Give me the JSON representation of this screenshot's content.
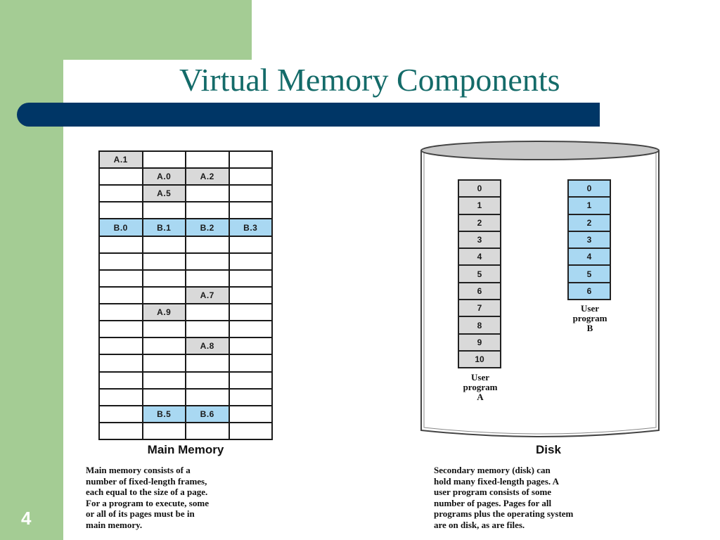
{
  "slide": {
    "title": "Virtual Memory Components",
    "number": "4"
  },
  "main_memory": {
    "label": "Main Memory",
    "rows": [
      [
        "A.1",
        "",
        "",
        ""
      ],
      [
        "",
        "A.0",
        "A.2",
        ""
      ],
      [
        "",
        "A.5",
        "",
        ""
      ],
      [
        "",
        "",
        "",
        ""
      ],
      [
        "B.0",
        "B.1",
        "B.2",
        "B.3"
      ],
      [
        "",
        "",
        "",
        ""
      ],
      [
        "",
        "",
        "",
        ""
      ],
      [
        "",
        "",
        "",
        ""
      ],
      [
        "",
        "",
        "A.7",
        ""
      ],
      [
        "",
        "A.9",
        "",
        ""
      ],
      [
        "",
        "",
        "",
        ""
      ],
      [
        "",
        "",
        "A.8",
        ""
      ],
      [
        "",
        "",
        "",
        ""
      ],
      [
        "",
        "",
        "",
        ""
      ],
      [
        "",
        "",
        "",
        ""
      ],
      [
        "",
        "B.5",
        "B.6",
        ""
      ],
      [
        "",
        "",
        "",
        ""
      ]
    ],
    "description": "Main memory consists of a\nnumber of fixed-length frames,\neach equal to the size of a page.\nFor a program to execute, some\nor all of its pages must be in\nmain memory."
  },
  "disk": {
    "label": "Disk",
    "program_a": {
      "label": "User\nprogram\nA",
      "pages": [
        "0",
        "1",
        "2",
        "3",
        "4",
        "5",
        "6",
        "7",
        "8",
        "9",
        "10"
      ]
    },
    "program_b": {
      "label": "User\nprogram\nB",
      "pages": [
        "0",
        "1",
        "2",
        "3",
        "4",
        "5",
        "6"
      ]
    },
    "description": "Secondary memory (disk) can\nhold many fixed-length pages. A\nuser program consists of some\nnumber of pages. Pages for all\nprograms plus the operating system\nare on disk, as are files."
  },
  "colors": {
    "title": "#146b69",
    "bar": "#003666",
    "sidebar": "#a4cc94",
    "program_a_page": "#d9d9d9",
    "program_b_page": "#a9d8f2"
  }
}
